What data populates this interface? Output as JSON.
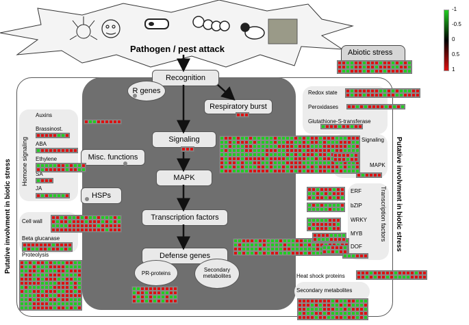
{
  "header": {
    "title": "Pathogen / pest attack"
  },
  "side_labels": {
    "left": "Putative involvment in biotic stress",
    "right": "Putative involvment in biotic stress"
  },
  "abiotic": {
    "label": "Abiotic stress"
  },
  "hormone": {
    "group_label": "Homone signaling",
    "items": [
      "Auxins",
      "Brassinost.",
      "ABA",
      "Ethylene",
      "SA",
      "JA"
    ]
  },
  "left_items": {
    "cell_wall": "Cell wall",
    "beta_glucanase": "Beta glucanase",
    "proteolysis": "Proteolysis"
  },
  "center": {
    "recognition": "Recognition",
    "r_genes": "R genes",
    "respiratory_burst": "Respiratory burst",
    "misc_functions": "Misc. functions",
    "signaling": "Signaling",
    "hsps": "HSPs",
    "mapk": "MAPK",
    "transcription_factors": "Transcription factors",
    "defense_genes": "Defense genes",
    "pr_proteins": "PR-proteins",
    "secondary_metabolites": "Secondary metabolites"
  },
  "right_items": {
    "redox": "Redox state",
    "peroxidases": "Peroxidases",
    "glutathione": "Glutathione-S-transferase",
    "signaling": "Signaling",
    "mapk": "MAPK",
    "tf_group": "Transcription factors",
    "erf": "ERF",
    "bzip": "bZIP",
    "wrky": "WRKY",
    "myb": "MYB",
    "dof": "DOF",
    "heat_shock": "Heat shock proteins",
    "secondary_metabolites": "Secondary metabolites"
  },
  "legend": {
    "ticks": [
      "-1",
      "-0.5",
      "0",
      "0.5",
      "1"
    ],
    "colors": {
      "low": "#22cc22",
      "mid": "#000000",
      "high": "#dd1111"
    }
  }
}
